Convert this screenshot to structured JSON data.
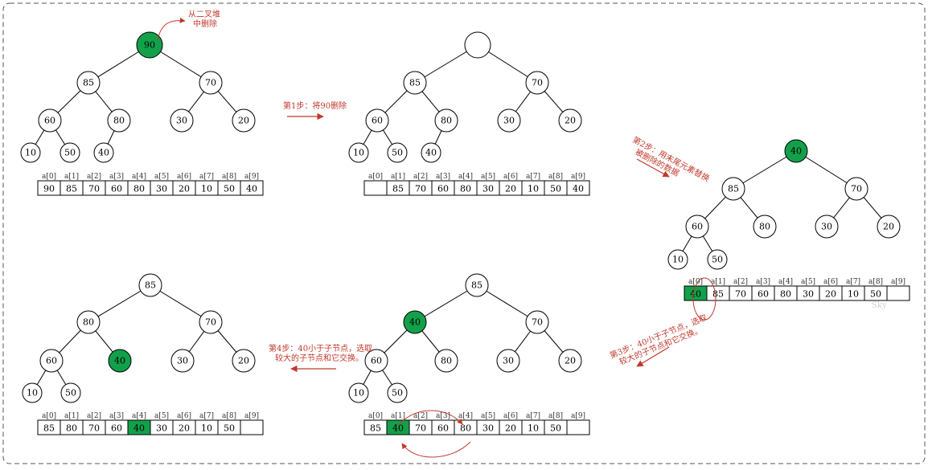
{
  "colors": {
    "highlight": "#13a04b",
    "note": "#c0392b",
    "border": "#555555"
  },
  "index_labels": [
    "a[0]",
    "a[1]",
    "a[2]",
    "a[3]",
    "a[4]",
    "a[5]",
    "a[6]",
    "a[7]",
    "a[8]",
    "a[9]"
  ],
  "steps": [
    {
      "id": "initial",
      "nodes": [
        "90",
        "85",
        "70",
        "60",
        "80",
        "30",
        "20",
        "10",
        "50",
        "40"
      ],
      "highlight": [
        0
      ],
      "array": [
        "90",
        "85",
        "70",
        "60",
        "80",
        "30",
        "20",
        "10",
        "50",
        "40"
      ],
      "array_highlight": []
    },
    {
      "id": "step1",
      "nodes": [
        "",
        "85",
        "70",
        "60",
        "80",
        "30",
        "20",
        "10",
        "50",
        "40"
      ],
      "highlight": [],
      "array": [
        "",
        "85",
        "70",
        "60",
        "80",
        "30",
        "20",
        "10",
        "50",
        "40"
      ],
      "array_highlight": []
    },
    {
      "id": "step2",
      "nodes": [
        "40",
        "85",
        "70",
        "60",
        "80",
        "30",
        "20",
        "10",
        "50"
      ],
      "highlight": [
        0
      ],
      "array": [
        "40",
        "85",
        "70",
        "60",
        "80",
        "30",
        "20",
        "10",
        "50",
        ""
      ],
      "array_highlight": [
        0
      ]
    },
    {
      "id": "step3",
      "nodes": [
        "85",
        "40",
        "70",
        "60",
        "80",
        "30",
        "20",
        "10",
        "50"
      ],
      "highlight": [
        1
      ],
      "array": [
        "85",
        "40",
        "70",
        "60",
        "80",
        "30",
        "20",
        "10",
        "50",
        ""
      ],
      "array_highlight": [
        1
      ]
    },
    {
      "id": "step4",
      "nodes": [
        "85",
        "80",
        "70",
        "60",
        "40",
        "30",
        "20",
        "10",
        "50"
      ],
      "highlight": [
        4
      ],
      "array": [
        "85",
        "80",
        "70",
        "60",
        "40",
        "30",
        "20",
        "10",
        "50",
        ""
      ],
      "array_highlight": [
        4
      ]
    }
  ],
  "notes": {
    "delete_from_heap": [
      "从二叉堆",
      "中删除"
    ],
    "step1": "第1步：将90删除",
    "step2": [
      "第2步：用末尾元素替换",
      "被删除的数据"
    ],
    "step3": [
      "第3步：40小于子节点，选取",
      "较大的子节点和它交换。"
    ],
    "step4": [
      "第4步：40小于子节点，选取",
      "较大的子节点和它交换。"
    ]
  },
  "watermark": "Sky"
}
